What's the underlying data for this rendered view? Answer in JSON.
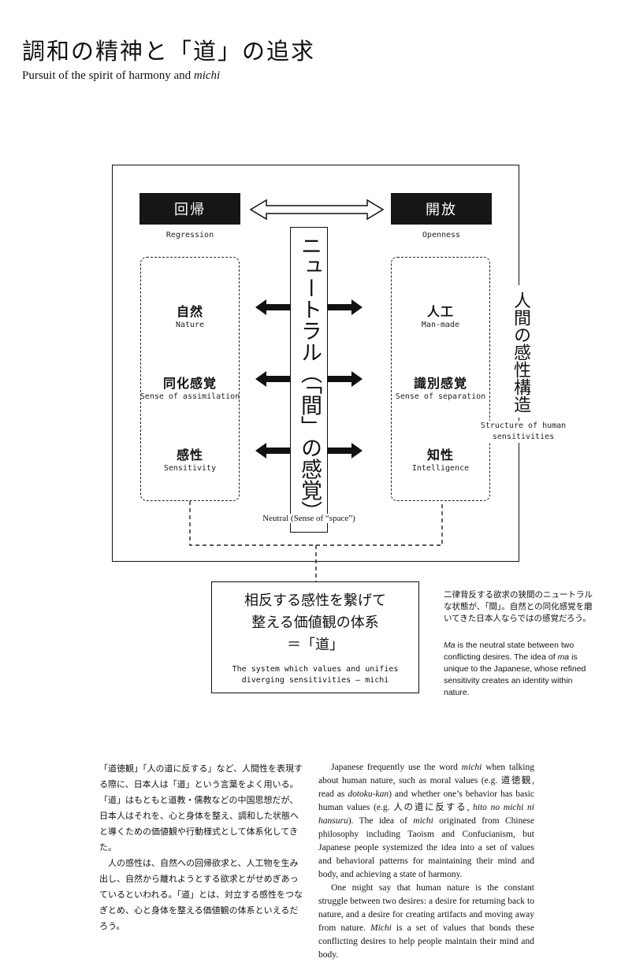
{
  "header": {
    "title_jp": "調和の精神と「道」の追求",
    "subtitle_en": "Pursuit of the spirit of harmony and",
    "subtitle_em": "michi"
  },
  "diagram": {
    "left_header": "回帰",
    "left_header_en": "Regression",
    "right_header": "開放",
    "right_header_en": "Openness",
    "left_items": [
      {
        "jp": "自然",
        "en": "Nature"
      },
      {
        "jp": "同化感覚",
        "en": "Sense of assimilation"
      },
      {
        "jp": "感性",
        "en": "Sensitivity"
      }
    ],
    "right_items": [
      {
        "jp": "人工",
        "en": "Man-made"
      },
      {
        "jp": "識別感覚",
        "en": "Sense of separation"
      },
      {
        "jp": "知性",
        "en": "Intelligence"
      }
    ],
    "center_vertical": "ニュートラル（「間」の感覚）",
    "neutral_label": "Neutral (Sense of “space”)",
    "side_vertical": "人間の感性構造",
    "side_label": "Structure of human sensitivities"
  },
  "system_box": {
    "line1": "相反する感性を繋げて",
    "line2": "整える価値観の体系",
    "line3": "＝「道」",
    "en_line1": "The system which values and unifies",
    "en_line2": "diverging sensitivities – michi"
  },
  "note": {
    "jp": "二律背反する欲求の狭間のニュートラルな状態が、「間」。自然との同化感覚を磨いてきた日本人ならではの感覚だろう。",
    "en_em": "Ma",
    "en_text1": " is the neutral state between two conflicting desires. The idea of ",
    "en_em2": "ma",
    "en_text2": " is unique to the Japanese, whose refined sensitivity creates an identity within nature."
  },
  "body_jp": [
    "「道徳観」「人の道に反する」など、人間性を表現する際に、日本人は「道」という言葉をよく用いる。「道」はもともと道教・儒教などの中国思想だが、日本人はそれを、心と身体を整え、調和した状態へと導くための価値観や行動様式として体系化してきた。",
    "人の感性は、自然への回帰欲求と、人工物を生み出し、自然から離れようとする欲求とがせめぎあっているといわれる。「道」とは、対立する感性をつなぎとめ、心と身体を整える価値観の体系といえるだろう。"
  ],
  "body_en": {
    "p1_a": "Japanese frequently use the word ",
    "p1_em1": "michi",
    "p1_b": " when talking about human nature, such as moral values (e.g. 道徳観, read as ",
    "p1_em2": "dotoku-kan",
    "p1_c": ") and whether one’s behavior has basic human values (e.g. 人の道に反する, ",
    "p1_em3": "hito no michi ni hansuru",
    "p1_d": "). The idea of ",
    "p1_em4": "michi",
    "p1_e": " originated from Chinese philosophy including Taoism and Confucianism, but Japanese people systemized the idea into a set of values and behavioral patterns for maintaining their mind and body, and achieving a state of harmony.",
    "p2_a": "One might say that human nature is the constant struggle between two desires: a desire for returning back to nature, and a desire for creating artifacts and moving away from nature. ",
    "p2_em": "Michi",
    "p2_b": " is a set of values that bonds these conflicting desires to help people maintain their mind and body."
  }
}
